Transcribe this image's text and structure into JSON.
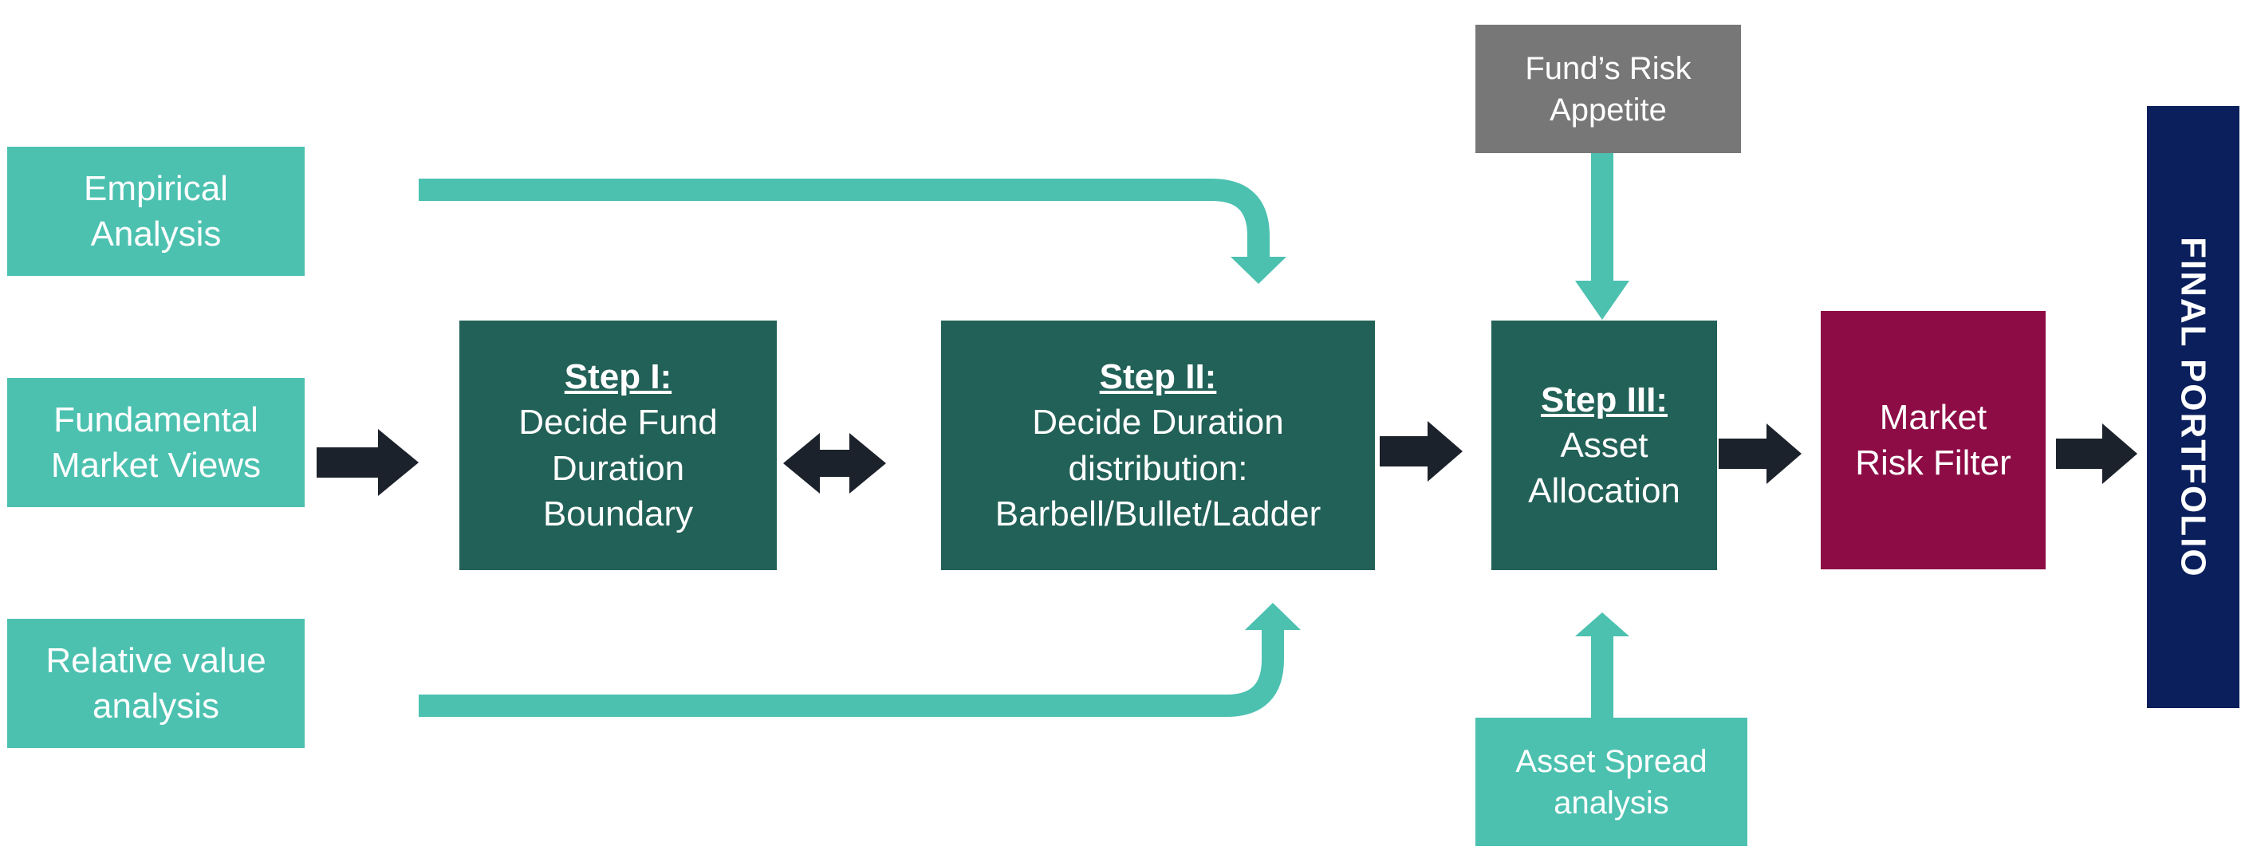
{
  "inputs": {
    "empirical": "Empirical Analysis",
    "fundamental": "Fundamental Market Views",
    "relative": "Relative value analysis"
  },
  "step1": {
    "title": "Step I:",
    "text": "Decide Fund Duration Boundary"
  },
  "step2": {
    "title": "Step II:",
    "line1": "Decide Duration distribution:",
    "line2": "Barbell/Bullet/Ladder"
  },
  "step3": {
    "title": "Step III:",
    "text": "Asset Allocation"
  },
  "risk_appetite": "Fund’s  Risk Appetite",
  "asset_spread": "Asset Spread analysis",
  "market_risk_filter": "Market Risk Filter",
  "final_portfolio": "FINAL PORTFOLIO",
  "colors": {
    "teal": "#4cc1b0",
    "dark_green": "#226157",
    "grey": "#777777",
    "magenta": "#8d0c46",
    "navy": "#0a1f5c",
    "arrow_dark": "#1c222b"
  }
}
